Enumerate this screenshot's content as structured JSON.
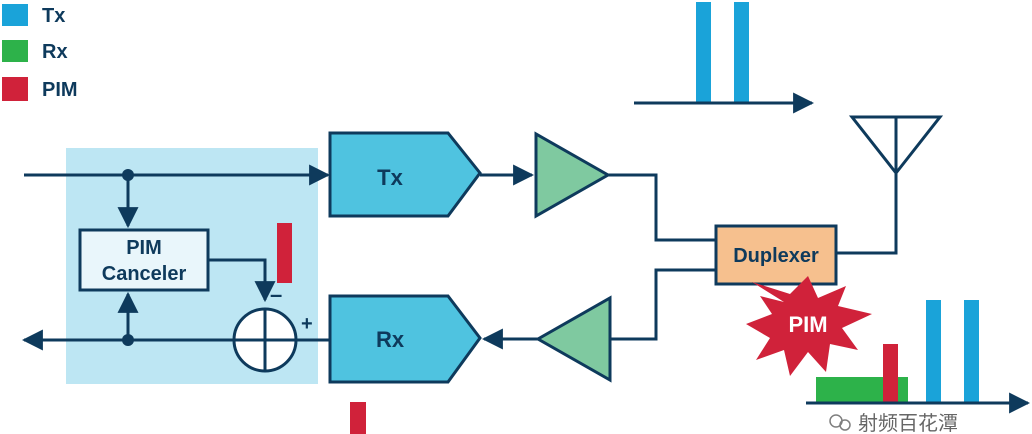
{
  "legend": [
    {
      "label": "Tx",
      "color": "#1aa3d9"
    },
    {
      "label": "Rx",
      "color": "#2db24a"
    },
    {
      "label": "PIM",
      "color": "#d0223a"
    }
  ],
  "blocks": {
    "pim_canceler_line1": "PIM",
    "pim_canceler_line2": "Canceler",
    "tx": "Tx",
    "rx": "Rx",
    "duplexer": "Duplexer",
    "pim_burst": "PIM"
  },
  "signs": {
    "minus": "–",
    "plus": "+"
  },
  "watermark": "射频百花潭",
  "colors": {
    "line": "#0e3a5c",
    "tx": "#1aa3d9",
    "rx": "#2db24a",
    "pim": "#d0223a",
    "block_fill": "#4fc3e0",
    "amp_fill": "#7fc9a0",
    "canceler_bg": "#bde6f3",
    "duplexer_fill": "#f6c08e"
  }
}
